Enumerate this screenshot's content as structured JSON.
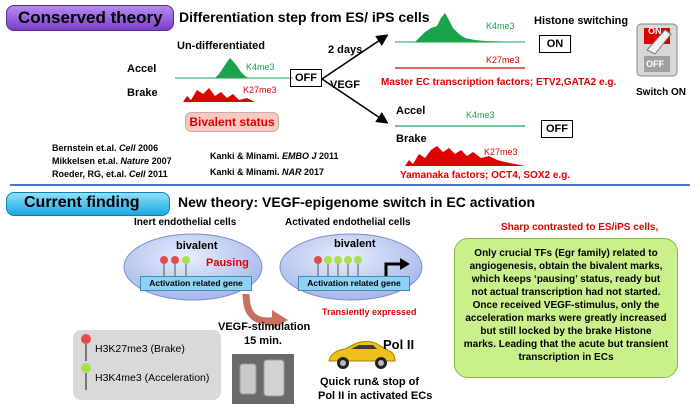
{
  "top": {
    "section_title": "Conserved theory",
    "heading": "Differentiation step from ES/ iPS cells",
    "undiff_label": "Un-differentiated",
    "accel": "Accel",
    "brake": "Brake",
    "k4": "K4me3",
    "k27": "K27me3",
    "bivalent_status": "Bivalent status",
    "off_box": "OFF",
    "two_days": "2 days",
    "vegf": "VEGF",
    "histone_switching": "Histone switching",
    "on_box": "ON",
    "off_box2": "OFF",
    "switch_on_label": "Switch ON",
    "switch_on_text": "ON",
    "switch_off_text": "OFF",
    "master_tf": "Master EC transcription factors; ETV2,GATA2 e.g.",
    "yamanaka": "Yamanaka factors; OCT4, SOX2 e.g.",
    "refs_left": [
      {
        "text": "Bernstein et.al. ",
        "journal": "Cell",
        "year": " 2006"
      },
      {
        "text": "Mikkelsen et.al. ",
        "journal": "Nature",
        "year": " 2007"
      },
      {
        "text": "Roeder, RG, et.al. ",
        "journal": "Cell",
        "year": " 2011"
      }
    ],
    "refs_right": [
      {
        "text": "Kanki & Minami. ",
        "journal": "EMBO J",
        "year": " 2011"
      },
      {
        "text": "Kanki & Minami. ",
        "journal": "NAR",
        "year": " 2017"
      }
    ]
  },
  "bottom": {
    "section_title": "Current finding",
    "heading": "New theory: VEGF-epigenome switch in EC activation",
    "inert_label": "Inert endothelial cells",
    "activated_label": "Activated endothelial cells",
    "bivalent": "bivalent",
    "pausing": "Pausing",
    "gene": "Activation related gene",
    "transiently": "Transiently expressed",
    "vegf_stim": "VEGF-stimulation",
    "vegf_min": "15 min.",
    "pol2": "Pol II",
    "quick_run_1": "Quick run& stop of",
    "quick_run_2": "Pol II in activated ECs",
    "legend_brake": "H3K27me3 (Brake)",
    "legend_accel": "H3K4me3 (Acceleration)",
    "sharp": "Sharp contrasted to ES/iPS cells,",
    "summary": "Only crucial TFs (Egr family) related to angiogenesis, obtain the bivalent marks, which keeps ‘pausing’ status, ready but not actual transcription had not started. Once received VEGF-stimulus, only the acceleration marks were greatly increased but still locked by the brake Histone marks. Leading that the acute but transient transcription in ECs"
  },
  "colors": {
    "purple": "#8b4bd0",
    "cyan": "#22b8e8",
    "green_peak": "#1aa34a",
    "red_peak": "#e00000",
    "summary_green": "#c9f08a",
    "divider": "#4a78c0"
  }
}
